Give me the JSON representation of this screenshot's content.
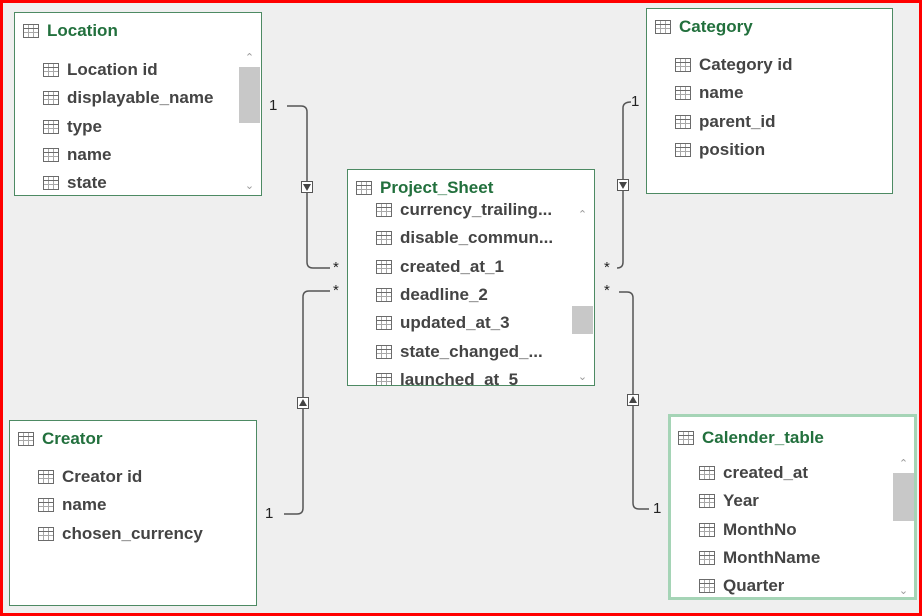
{
  "tables": {
    "location": {
      "title": "Location",
      "fields": [
        "Location id",
        "displayable_name",
        "type",
        "name",
        "state"
      ]
    },
    "category": {
      "title": "Category",
      "fields": [
        "Category id",
        "name",
        "parent_id",
        "position"
      ]
    },
    "project_sheet": {
      "title": "Project_Sheet",
      "fields": [
        "currency_trailing...",
        "disable_commun...",
        "created_at_1",
        "deadline_2",
        "updated_at_3",
        "state_changed_...",
        "launched_at_5"
      ]
    },
    "creator": {
      "title": "Creator",
      "fields": [
        "Creator id",
        "name",
        "chosen_currency"
      ]
    },
    "calender_table": {
      "title": "Calender_table",
      "fields": [
        "created_at",
        "Year",
        "MonthNo",
        "MonthName",
        "Quarter"
      ]
    }
  },
  "relationships": {
    "location_one": "1",
    "location_many": "*",
    "category_one": "1",
    "category_many": "*",
    "creator_one": "1",
    "creator_many": "*",
    "calendar_one": "1",
    "calendar_many": "*"
  },
  "icons": {
    "table": "table-icon",
    "scroll_up": "chevron-up-icon",
    "scroll_down": "chevron-down-icon",
    "filter_direction": "triangle-arrow-icon"
  },
  "colors": {
    "canvas": "#efefef",
    "frame": "#ff0000",
    "card_border": "#4d8a63",
    "selected_border": "#a5d4b6",
    "title": "#22703d",
    "field_text": "#444444"
  }
}
